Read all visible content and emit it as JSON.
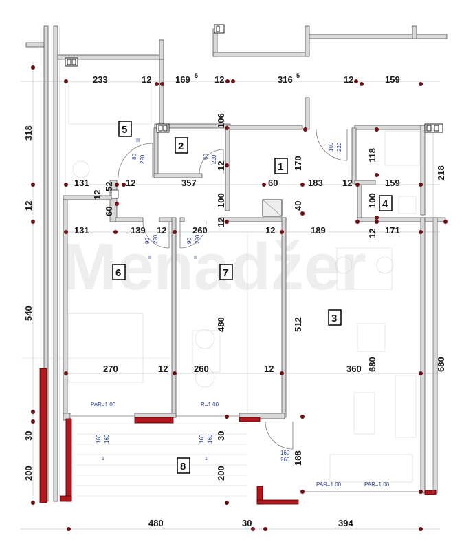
{
  "watermark": "Menadžer",
  "rooms": [
    {
      "id": "1",
      "label": "1"
    },
    {
      "id": "2",
      "label": "2"
    },
    {
      "id": "3",
      "label": "3"
    },
    {
      "id": "4",
      "label": "4"
    },
    {
      "id": "5",
      "label": "5"
    },
    {
      "id": "6",
      "label": "6"
    },
    {
      "id": "7",
      "label": "7"
    },
    {
      "id": "8",
      "label": "8"
    }
  ],
  "dimensions": {
    "top_row": [
      "233",
      "12",
      "169",
      "5",
      "12",
      "316",
      "5",
      "12",
      "159"
    ],
    "left_side": [
      "318",
      "12",
      "540",
      "30",
      "200"
    ],
    "row_a": [
      "106",
      "12",
      "170",
      "118",
      "218"
    ],
    "row_b": [
      "131",
      "52",
      "12",
      "357",
      "60",
      "183",
      "12",
      "159"
    ],
    "row_c": [
      "12",
      "60",
      "100",
      "40",
      "100"
    ],
    "row_d": [
      "131",
      "139",
      "12",
      "12",
      "260",
      "12",
      "189",
      "12",
      "171"
    ],
    "middle": [
      "480",
      "512",
      "680",
      "680"
    ],
    "row_e": [
      "270",
      "12",
      "260",
      "12",
      "360"
    ],
    "row_f": [
      "30",
      "188",
      "200"
    ],
    "bottom_row": [
      "480",
      "30",
      "394"
    ]
  },
  "door_marks": {
    "d5": [
      "80",
      "220",
      "III"
    ],
    "d2": [
      "60",
      "220"
    ],
    "d1": [
      "100",
      "220"
    ],
    "d6": [
      "90",
      "220",
      "II"
    ],
    "d7": [
      "90",
      "220",
      "II"
    ],
    "d8a": [
      "160",
      "160",
      "1"
    ],
    "d8b": [
      "160",
      "160",
      "1"
    ],
    "d8c": [
      "160",
      "260"
    ]
  },
  "par_labels": [
    "PAR=1.00",
    "R=1.00",
    "PAR=1.00",
    "PAR=1.00"
  ]
}
